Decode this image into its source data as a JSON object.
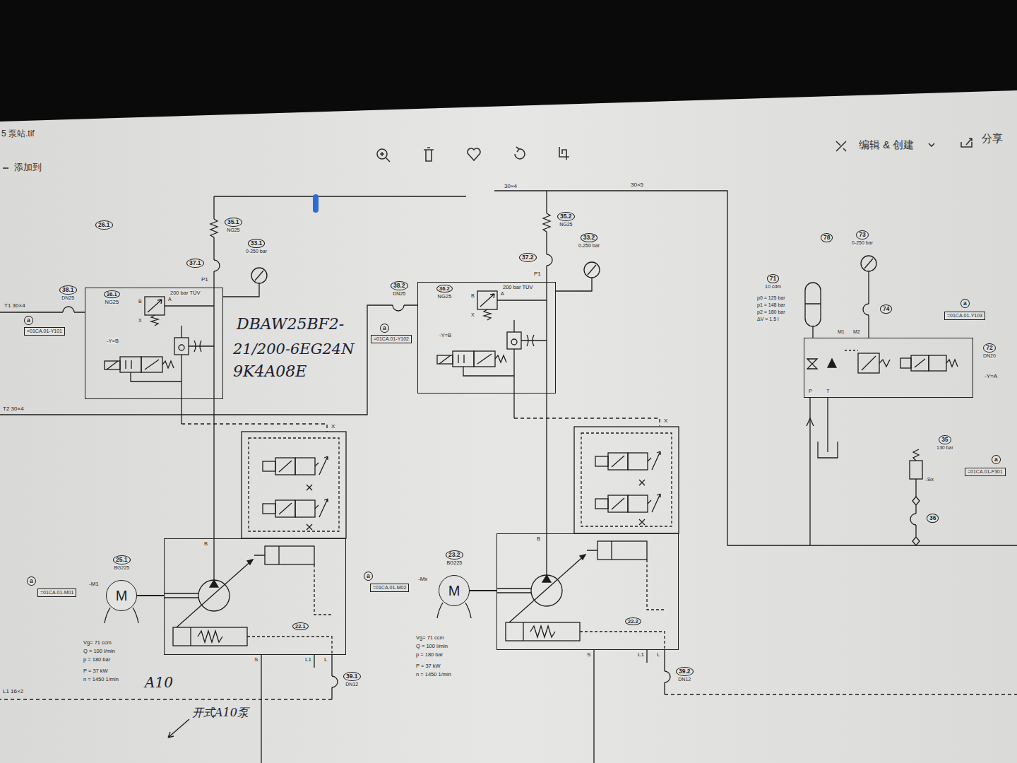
{
  "diagram": {
    "nodes": [
      {
        "text": [
          "26.1"
        ]
      },
      {
        "text": [
          "35.1",
          "NG25"
        ]
      },
      {
        "text": [
          "33.1",
          "0-250 bar"
        ]
      },
      {
        "text": [
          "37.1"
        ]
      },
      {
        "text": [
          "38.1",
          "DN25"
        ]
      },
      {
        "text": [
          "a"
        ]
      },
      {
        "text": [
          "=01CA.01-Y101"
        ]
      },
      {
        "text": [
          "200 bar TÜV",
          "-Y=B"
        ]
      },
      {
        "text": [
          "36.1",
          "NG25"
        ],
        "in": 7
      },
      {
        "text": [
          "38.2",
          "DN25"
        ]
      },
      {
        "text": [
          "a"
        ]
      },
      {
        "text": [
          "=01CA.01-Y102"
        ]
      },
      {
        "text": [
          "200 bar TÜV",
          "-Y=B"
        ]
      },
      {
        "text": [
          "36.2",
          "NG25"
        ],
        "in": 12
      },
      {
        "text": [
          "35.2",
          "NG25"
        ]
      },
      {
        "text": [
          "33.2",
          "0-250 bar"
        ]
      },
      {
        "text": [
          "37.2"
        ]
      },
      {
        "text": [
          "a"
        ]
      },
      {
        "text": [
          "=01CA.01-M01"
        ]
      },
      {
        "text": [
          "25.1",
          "BG225"
        ]
      },
      {
        "text": [
          "M"
        ]
      },
      {
        "text": [
          "B"
        ]
      },
      {
        "text": [
          "22.1"
        ],
        "in": 21
      },
      {
        "text": [
          "a"
        ]
      },
      {
        "text": [
          "=01CA.01-M02"
        ]
      },
      {
        "text": [
          "23.2",
          "BG225"
        ]
      },
      {
        "text": [
          "M"
        ]
      },
      {
        "text": [
          "B"
        ]
      },
      {
        "text": [
          "22.2"
        ],
        "in": 27
      },
      {
        "text": [
          "39.1",
          "DN12"
        ]
      },
      {
        "text": [
          "39.2",
          "DN12"
        ]
      },
      {
        "text": [
          "78"
        ]
      },
      {
        "text": [
          "73",
          "0-250 bar"
        ]
      },
      {
        "text": [
          "71",
          "10 cdm"
        ]
      },
      {
        "text": [
          "74"
        ]
      },
      {
        "text": [
          "a"
        ]
      },
      {
        "text": [
          "=01CA.01-Y103"
        ]
      },
      {
        "text": [
          "P",
          "T"
        ]
      },
      {
        "text": [
          "72",
          "DN20"
        ]
      },
      {
        "text": [
          "35",
          "130 bar"
        ]
      },
      {
        "text": [
          "a"
        ]
      },
      {
        "text": [
          "=01CA.01-F301"
        ]
      },
      {
        "text": [
          "36"
        ]
      }
    ],
    "edges": [
      {
        "from": 7,
        "to": 21,
        "arrow": "none"
      },
      {
        "from": 12,
        "to": 27,
        "arrow": "none"
      },
      {
        "from": 20,
        "to": 21,
        "arrow": "none"
      },
      {
        "from": 26,
        "to": 27,
        "arrow": "none"
      }
    ],
    "labels": [
      "5 泵站.tif",
      "添加到",
      "编辑 & 创建",
      "分享",
      "30×4",
      "30×5",
      "P1",
      "P1",
      "T1 30×4",
      "T2 30×4",
      "DBAW25BF2-",
      "21/200-6EG24N",
      "9K4A08E",
      "B",
      "A",
      "X",
      "B",
      "A",
      "X",
      "X",
      "X",
      "-M1",
      "-Mx",
      "Vg= 71 ccm",
      "Q = 100 l/min",
      "p = 180 bar",
      "P = 37 kW",
      "n = 1450 1/min",
      "Vg= 71 ccm",
      "Q = 100 l/min",
      "p = 180 bar",
      "P = 37 kW",
      "n = 1450 1/min",
      "A10",
      "S",
      "L1",
      "L",
      "S",
      "L1",
      "L",
      "p0 = 125 bar",
      "p1 = 148 bar",
      "p2 = 180 bar",
      "ΔV = 1.5 l",
      "M1",
      "M2",
      "-Y=A",
      "-Sx",
      "L1 16×2",
      "开式A10泵"
    ]
  }
}
